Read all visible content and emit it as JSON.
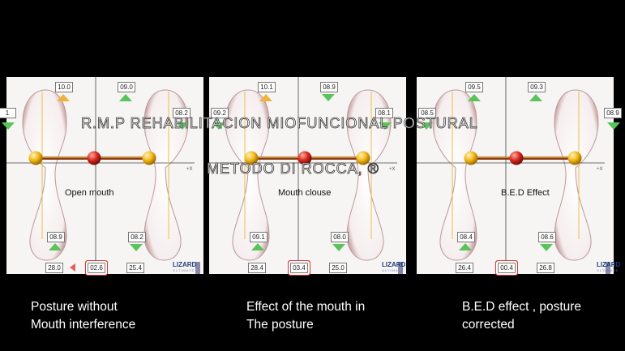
{
  "overlay": {
    "line1": "R.M.P  REHABILITACION MIOFUNCIONAL POSTURAL",
    "line2": "METODO   DI ROCCA, ®"
  },
  "panels": [
    {
      "label": "Open mouth",
      "top_left": "10.0",
      "top_right": "09.0",
      "side_left": "1",
      "side_right": "08.2",
      "bottom_left": "08.9",
      "bottom_right": "08.2",
      "load_left": "28.0",
      "load_center": "02.6",
      "load_right": "25.4",
      "axis_x": "+X",
      "logo": "LIZARD",
      "logo_sub": "ULTIMATE"
    },
    {
      "label": "Mouth clouse",
      "top_left": "10.1",
      "top_right": "08.9",
      "side_left": "09.2",
      "side_right": "08.1",
      "bottom_left": "09.1",
      "bottom_right": "08.0",
      "load_left": "28.4",
      "load_center": "03.4",
      "load_right": "25.0",
      "axis_x": "+X",
      "logo": "LIZARD",
      "logo_sub": "ULTIMATE"
    },
    {
      "label": "B.E.D Effect",
      "top_left": "09.5",
      "top_right": "09.3",
      "side_left": "08.5",
      "side_right": "08.9",
      "bottom_left": "08.4",
      "bottom_right": "08.6",
      "load_left": "26.4",
      "load_center": "00.4",
      "load_right": "26.8",
      "axis_x": "+X",
      "logo": "LIZARD",
      "logo_sub": "ULTIMATE"
    }
  ],
  "captions": [
    {
      "line1": "Posture without",
      "line2": "Mouth interference"
    },
    {
      "line1": "Effect of the mouth in",
      "line2": "The posture"
    },
    {
      "line1": "B.E.D effect , posture",
      "line2": "corrected"
    }
  ],
  "colors": {
    "balance_red": "#d8261c",
    "balance_yellow": "#f2b514",
    "arrow_green": "#59c45a",
    "arrow_orange": "#f0b33a",
    "marker_red": "#e85b5b"
  }
}
